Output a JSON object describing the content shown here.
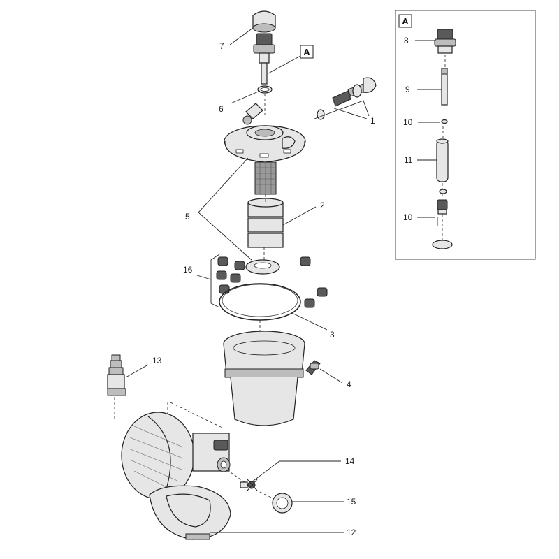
{
  "callouts": {
    "c1": "1",
    "c2": "2",
    "c3": "3",
    "c4": "4",
    "c5": "5",
    "c6": "6",
    "c7": "7",
    "c8": "8",
    "c9": "9",
    "c10a": "10",
    "c10b": "10",
    "c11": "11",
    "c12": "12",
    "c13": "13",
    "c14": "14",
    "c15": "15",
    "c16": "16"
  },
  "detail_tag": "A",
  "inset_tag": "A"
}
